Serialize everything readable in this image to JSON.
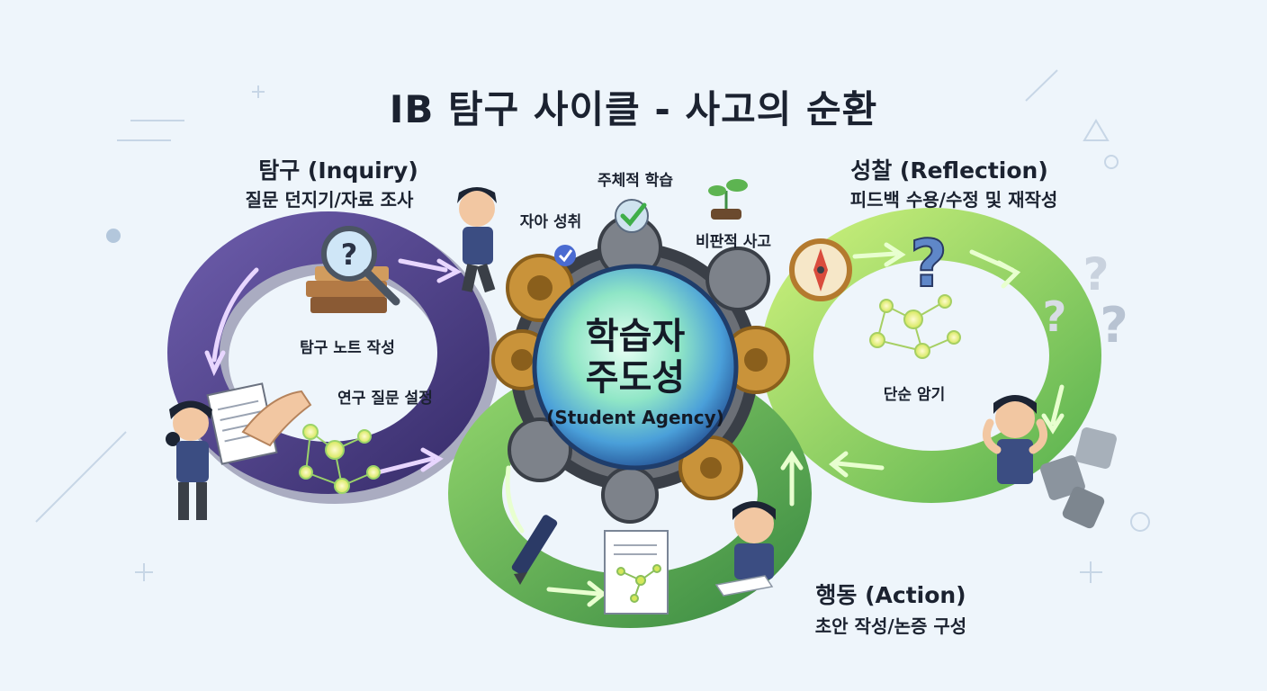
{
  "title": "IB 탐구 사이클 - 사고의 순환",
  "inquiry": {
    "label": "탐구 (Inquiry)",
    "desc": "질문 던지기/자료 조사"
  },
  "reflection": {
    "label": "성찰 (Reflection)",
    "desc": "피드백 수용/수정 및 재작성"
  },
  "action": {
    "label": "행동 (Action)",
    "desc": "초안 작성/논증 구성"
  },
  "hub": {
    "line1": "학습자",
    "line2": "주도성",
    "english": "(Student Agency)"
  },
  "around_hub": {
    "self_directed": "주체적 학습",
    "self_achievement": "자아 성취",
    "critical_thinking": "비판적 사고"
  },
  "inquiry_steps": {
    "notes": "탐구 노트 작성",
    "question": "연구 질문 설정"
  },
  "reflection_note": "단순 암기",
  "icons": [
    "magnifier-question-icon",
    "books-icon",
    "document-icon",
    "hand-icon",
    "network-icon",
    "check-shield-icon",
    "sprout-icon",
    "compass-icon",
    "question-mark-icon",
    "puzzle-icon",
    "pen-icon",
    "gear-icon",
    "student-figure-icon"
  ],
  "colors": {
    "inquiry_loop": "#4a3d86",
    "action_loop": "#5fae4a",
    "reflection_loop": "#8fd05a",
    "hub_glow": "#7fe0c8",
    "gear": "#c9933a",
    "background": "#eef5fb"
  }
}
